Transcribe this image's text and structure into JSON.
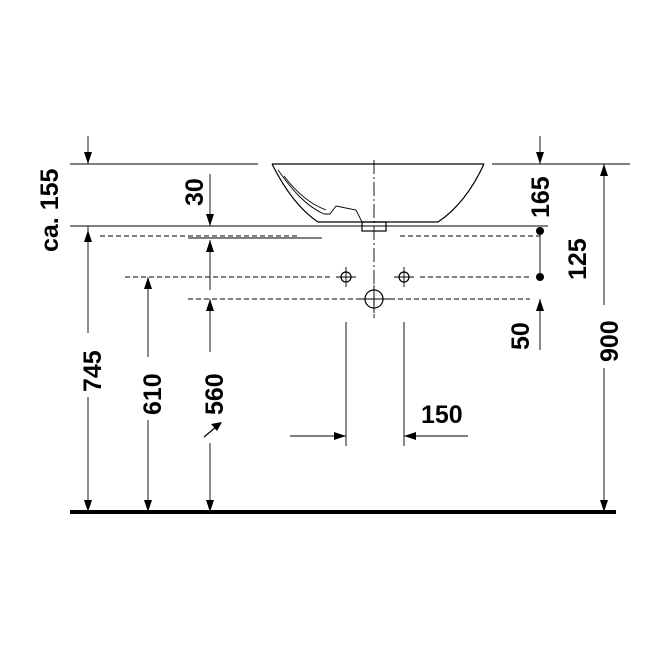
{
  "dimensions": {
    "bowl_height": "ca. 155",
    "drain_depth": "30",
    "tap_hole_offset": "165",
    "hole_spacing_vertical": "125",
    "waste_offset": "50",
    "total_height": "900",
    "counter_height": "745",
    "hole_height": "610",
    "waste_height": "560",
    "hole_spacing_horizontal": "150"
  }
}
